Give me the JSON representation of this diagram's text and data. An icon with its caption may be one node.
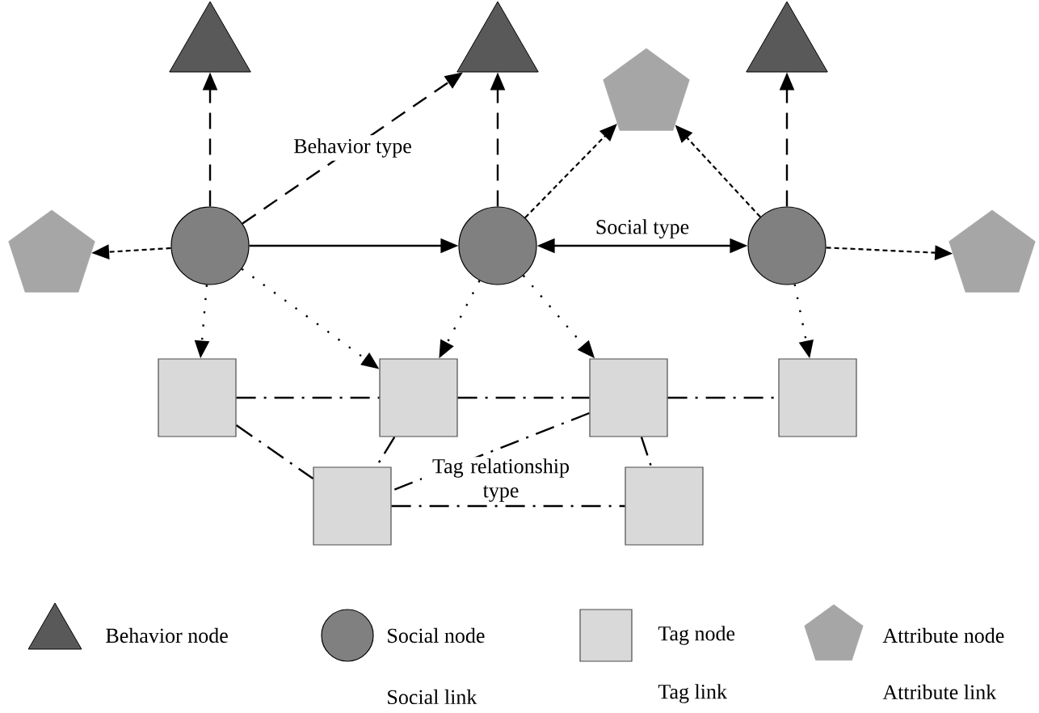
{
  "diagram": {
    "nodes": [
      {
        "text": [],
        "shape": "triangle"
      },
      {
        "text": [],
        "shape": "triangle"
      },
      {
        "text": [],
        "shape": "pentagon"
      },
      {
        "text": [],
        "shape": "triangle"
      },
      {
        "text": [],
        "shape": "pentagon"
      },
      {
        "text": [],
        "shape": "circle"
      },
      {
        "text": [],
        "shape": "circle"
      },
      {
        "text": [],
        "shape": "circle"
      },
      {
        "text": [],
        "shape": "pentagon"
      },
      {
        "text": [],
        "shape": "box"
      },
      {
        "text": [],
        "shape": "box"
      },
      {
        "text": [],
        "shape": "box"
      },
      {
        "text": [],
        "shape": "box"
      },
      {
        "text": [],
        "shape": "box"
      },
      {
        "text": [],
        "shape": "box"
      }
    ],
    "edges": [
      {
        "from": 5,
        "to": 0,
        "arrow": "to",
        "style": "dashed"
      },
      {
        "from": 5,
        "to": 1,
        "arrow": "to",
        "style": "dashed",
        "label": "Behavior type"
      },
      {
        "from": 6,
        "to": 1,
        "arrow": "to",
        "style": "dashed"
      },
      {
        "from": 7,
        "to": 3,
        "arrow": "to",
        "style": "dashed"
      },
      {
        "from": 5,
        "to": 4,
        "arrow": "to",
        "style": "dashed"
      },
      {
        "from": 6,
        "to": 2,
        "arrow": "to",
        "style": "dashed"
      },
      {
        "from": 7,
        "to": 2,
        "arrow": "to",
        "style": "dashed"
      },
      {
        "from": 7,
        "to": 8,
        "arrow": "to",
        "style": "dashed"
      },
      {
        "from": 5,
        "to": 6,
        "arrow": "to"
      },
      {
        "from": 6,
        "to": 7,
        "arrow": "both",
        "label": "Social type"
      },
      {
        "from": 5,
        "to": 9,
        "arrow": "to",
        "style": "dashed"
      },
      {
        "from": 5,
        "to": 10,
        "arrow": "to",
        "style": "dashed"
      },
      {
        "from": 6,
        "to": 10,
        "arrow": "to",
        "style": "dashed"
      },
      {
        "from": 6,
        "to": 11,
        "arrow": "to",
        "style": "dashed"
      },
      {
        "from": 7,
        "to": 12,
        "arrow": "to",
        "style": "dashed"
      },
      {
        "from": 9,
        "to": 10,
        "arrow": "none",
        "style": "dashed"
      },
      {
        "from": 10,
        "to": 11,
        "arrow": "none",
        "style": "dashed"
      },
      {
        "from": 11,
        "to": 12,
        "arrow": "none",
        "style": "dashed"
      },
      {
        "from": 9,
        "to": 13,
        "arrow": "none",
        "style": "dashed"
      },
      {
        "from": 10,
        "to": 13,
        "arrow": "none",
        "style": "dashed"
      },
      {
        "from": 11,
        "to": 13,
        "arrow": "none",
        "style": "dashed"
      },
      {
        "from": 11,
        "to": 14,
        "arrow": "none",
        "style": "dashed"
      },
      {
        "from": 13,
        "to": 14,
        "arrow": "none",
        "style": "dashed"
      }
    ],
    "labels": [
      "Tag relationship type"
    ],
    "legend": [
      {
        "text": "Behavior node"
      },
      {
        "text": "Social node"
      },
      {
        "text": "Tag node"
      },
      {
        "text": "Attribute node"
      },
      {
        "text": "Social link"
      },
      {
        "text": "Tag link"
      },
      {
        "text": "Attribute link"
      }
    ]
  }
}
